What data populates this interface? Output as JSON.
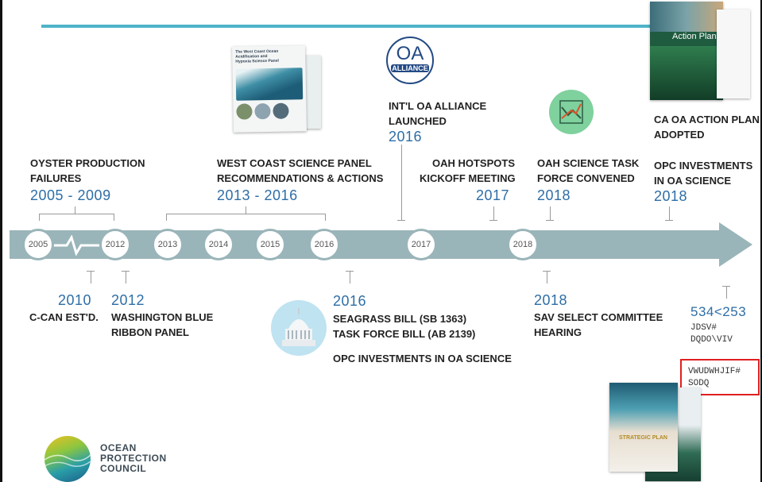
{
  "events_top": [
    {
      "label_lines": [
        "OYSTER PRODUCTION",
        "FAILURES"
      ],
      "year": "2005 - 2009"
    },
    {
      "label_lines": [
        "WEST COAST SCIENCE PANEL",
        "RECOMMENDATIONS & ACTIONS"
      ],
      "year": "2013 - 2016"
    },
    {
      "label_lines": [
        "INT'L OA ALLIANCE",
        "LAUNCHED"
      ],
      "year": "2016"
    },
    {
      "label_lines": [
        "OAH HOTSPOTS",
        "KICKOFF MEETING"
      ],
      "year": "2017"
    },
    {
      "label_lines": [
        "OAH SCIENCE TASK",
        "FORCE CONVENED"
      ],
      "year": "2018"
    },
    {
      "label_lines": [
        "CA OA ACTION PLAN",
        "ADOPTED"
      ],
      "year": ""
    },
    {
      "label_lines": [
        "OPC  INVESTMENTS",
        "IN OA SCIENCE"
      ],
      "year": "2018"
    }
  ],
  "events_bottom": [
    {
      "year": "2010",
      "label_lines": [
        "C-CAN EST'D."
      ]
    },
    {
      "year": "2012",
      "label_lines": [
        "WASHINGTON BLUE",
        "RIBBON PANEL"
      ]
    },
    {
      "year": "2016",
      "label_lines": [
        "SEAGRASS BILL (SB 1363)",
        "TASK FORCE BILL (AB 2139)",
        "",
        "OPC INVESTMENTS IN OA SCIENCE"
      ]
    },
    {
      "year": "2018",
      "label_lines": [
        "SAV SELECT COMMITTEE",
        "HEARING"
      ]
    }
  ],
  "nodes": [
    "2005",
    "2012",
    "2013",
    "2014",
    "2015",
    "2016",
    "2017",
    "2018"
  ],
  "garbled_year": "534<253",
  "garbled_lines": [
    "JDSV#",
    "DQDO\\VIV"
  ],
  "garbled_box_lines": [
    "VWUDWHJIF#",
    "SODQ"
  ],
  "oa_badge": {
    "top": "OA",
    "bottom": "ALLIANCE"
  },
  "logo": {
    "lines": [
      "OCEAN",
      "PROTECTION",
      "COUNCIL"
    ]
  },
  "doc_titles": {
    "panel_report": "The West Coast Ocean Acidification and Hypoxia Science Panel",
    "action_plan": "Action Plan",
    "strategic_plan": "STRATEGIC PLAN"
  },
  "colors": {
    "accent": "#4fb4c8",
    "year": "#2e6ea6",
    "timeline": "#9ab5b9",
    "highlight": "#e02020"
  }
}
